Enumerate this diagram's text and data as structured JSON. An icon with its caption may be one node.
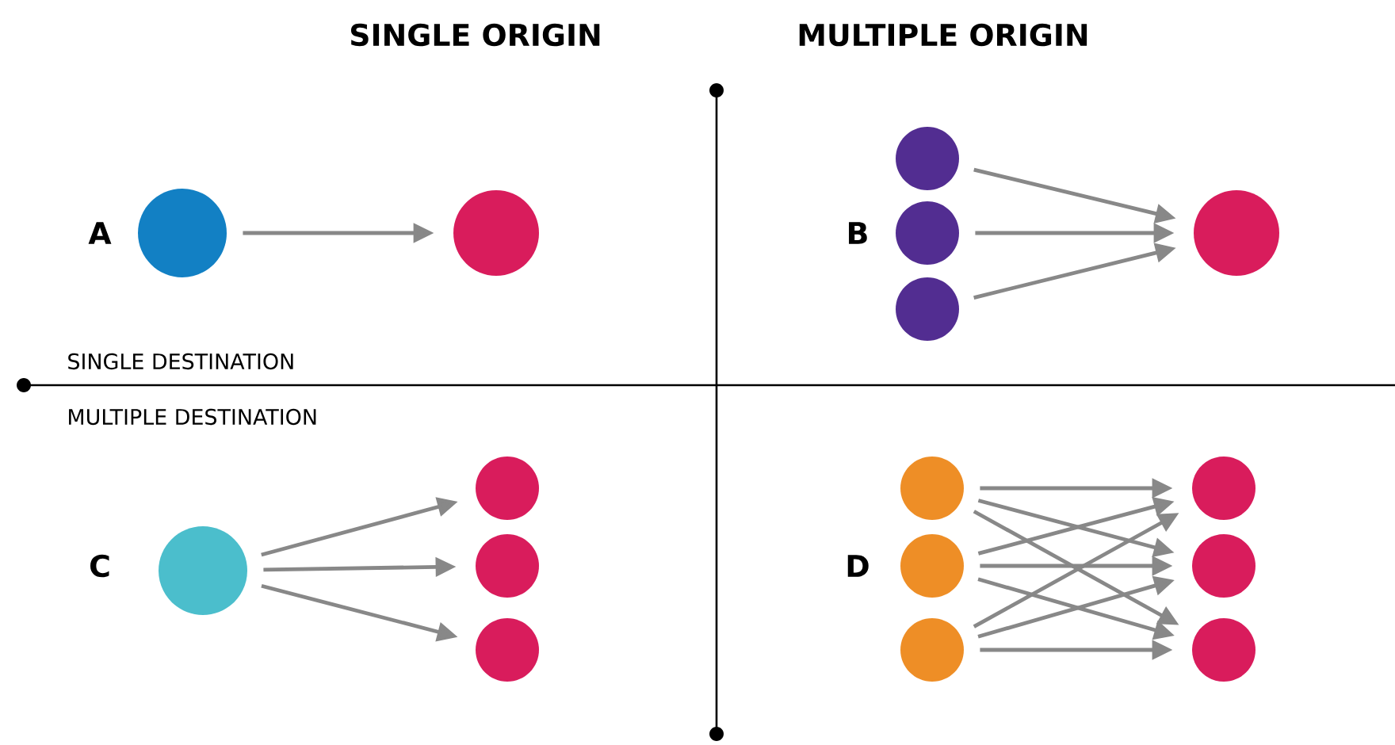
{
  "diagram": {
    "nodes": [
      {
        "text": [],
        "shape": "circle"
      },
      {
        "text": [],
        "shape": "circle"
      },
      {
        "text": [],
        "shape": "circle"
      },
      {
        "text": [],
        "shape": "circle"
      },
      {
        "text": [],
        "shape": "circle"
      },
      {
        "text": [],
        "shape": "circle"
      },
      {
        "text": [],
        "shape": "circle"
      },
      {
        "text": [],
        "shape": "circle"
      },
      {
        "text": [],
        "shape": "circle"
      },
      {
        "text": [],
        "shape": "circle"
      },
      {
        "text": [],
        "shape": "circle"
      },
      {
        "text": [],
        "shape": "circle"
      },
      {
        "text": [],
        "shape": "circle"
      },
      {
        "text": [],
        "shape": "circle"
      },
      {
        "text": [],
        "shape": "circle"
      },
      {
        "text": [],
        "shape": "circle"
      }
    ],
    "edges": [
      {
        "from": 0,
        "to": 1,
        "arrow": "to"
      },
      {
        "from": 2,
        "to": 5,
        "arrow": "to"
      },
      {
        "from": 3,
        "to": 5,
        "arrow": "to"
      },
      {
        "from": 4,
        "to": 5,
        "arrow": "to"
      },
      {
        "from": 6,
        "to": 7,
        "arrow": "to"
      },
      {
        "from": 6,
        "to": 8,
        "arrow": "to"
      },
      {
        "from": 6,
        "to": 9,
        "arrow": "to"
      },
      {
        "from": 10,
        "to": 13,
        "arrow": "to"
      },
      {
        "from": 10,
        "to": 14,
        "arrow": "to"
      },
      {
        "from": 10,
        "to": 15,
        "arrow": "to"
      },
      {
        "from": 11,
        "to": 13,
        "arrow": "to"
      },
      {
        "from": 11,
        "to": 14,
        "arrow": "to"
      },
      {
        "from": 11,
        "to": 15,
        "arrow": "to"
      },
      {
        "from": 12,
        "to": 13,
        "arrow": "to"
      },
      {
        "from": 12,
        "to": 14,
        "arrow": "to"
      },
      {
        "from": 12,
        "to": 15,
        "arrow": "to"
      }
    ],
    "labels": [
      "SINGLE ORIGIN",
      "MULTIPLE ORIGIN",
      "A",
      "B",
      "SINGLE DESTINATION",
      "MULTIPLE DESTINATION",
      "C",
      "D"
    ]
  }
}
